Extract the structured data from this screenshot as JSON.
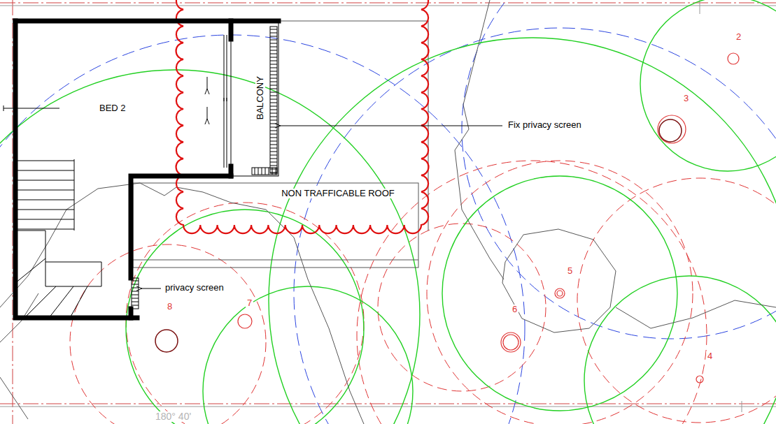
{
  "diagram": {
    "labels": [
      "BED 2",
      "BALCONY",
      "Fix privacy screen",
      "NON TRAFFICABLE ROOF",
      "privacy screen",
      "2",
      "3",
      "4",
      "5",
      "6",
      "7",
      "8",
      "180° 40'"
    ]
  }
}
